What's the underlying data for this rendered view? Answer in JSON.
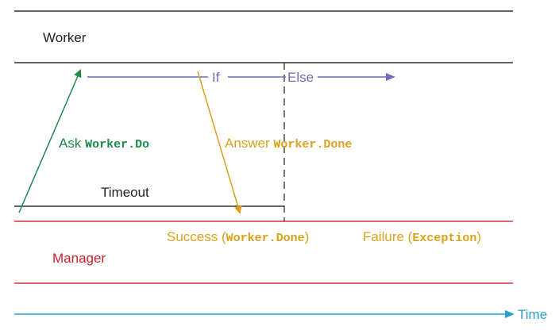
{
  "worker_label": "Worker",
  "manager_label": "Manager",
  "time_label": "Time",
  "timeout_label": "Timeout",
  "if_label": "If",
  "else_label": "Else",
  "ask": {
    "prefix": "Ask ",
    "code": "Worker.Do"
  },
  "answer": {
    "prefix": "Answer ",
    "code": "Worker.Done"
  },
  "success": {
    "prefix": "Success (",
    "code": "Worker.Done",
    "suffix": ")"
  },
  "failure": {
    "prefix": "Failure (",
    "code": "Exception",
    "suffix": ")"
  },
  "colors": {
    "worker_line": "#333333",
    "manager_line": "#d0343a",
    "manager_text": "#c8202a",
    "ask": "#1f8a4c",
    "answer": "#d9a21c",
    "if_else": "#6f6fb8",
    "time": "#2a9fd0",
    "text": "#222222"
  }
}
